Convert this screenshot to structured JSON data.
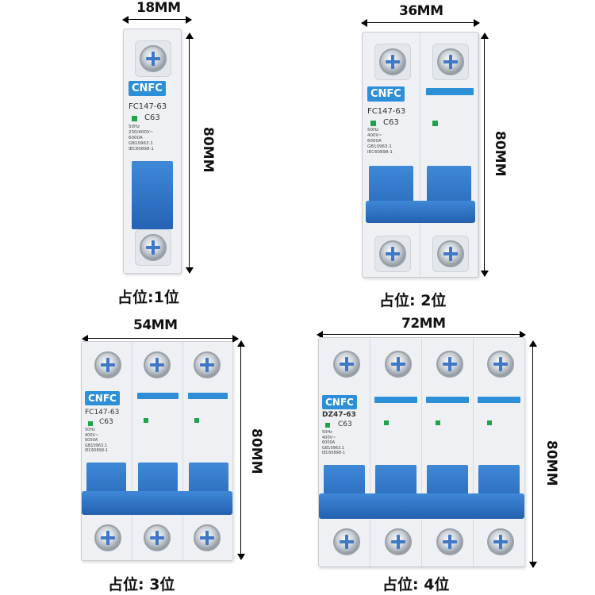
{
  "panels": [
    {
      "width_label": "18MM",
      "height_label": "80MM",
      "caption": "占位:1位",
      "logo": "CNFC",
      "model": "FC147-63",
      "rating": "C63",
      "spec": "50Hz\n230/400V~\n6000A\nGB10963.1\nIEC60898-1"
    },
    {
      "width_label": "36MM",
      "height_label": "80MM",
      "caption": "占位: 2位",
      "logo": "CNFC",
      "model": "FC147-63",
      "rating": "C63",
      "spec": "50Hz\n400V~\n6000A\nGB10963.1\nIEC60898-1"
    },
    {
      "width_label": "54MM",
      "height_label": "80MM",
      "caption": "占位: 3位",
      "logo": "CNFC",
      "model": "FC147-63",
      "rating": "C63",
      "spec": "50Hz\n400V~\n6000A\nGB10963.1\nIEC60898-1"
    },
    {
      "width_label": "72MM",
      "height_label": "80MM",
      "caption": "占位: 4位",
      "logo": "CNFC",
      "model": "DZ47-63",
      "rating": "C63",
      "spec": "50Hz\n400V~\n6000A\nGB10963.1\nIEC60898-1"
    }
  ],
  "colors": {
    "accent": "#2d8fd8",
    "handle": "#2f74c8",
    "body": "#eef0f3",
    "led": "#1ea34a"
  }
}
